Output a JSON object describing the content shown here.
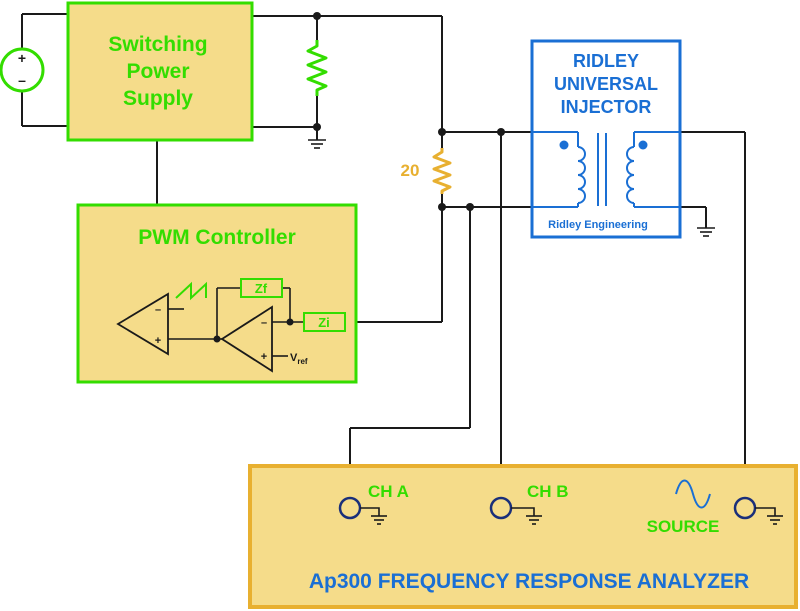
{
  "blocks": {
    "power_supply": {
      "line1": "Switching",
      "line2": "Power",
      "line3": "Supply"
    },
    "pwm_controller": {
      "title": "PWM Controller"
    },
    "injector": {
      "line1": "RIDLEY",
      "line2": "UNIVERSAL",
      "line3": "INJECTOR",
      "footer": "Ridley Engineering"
    },
    "analyzer": {
      "title": "Ap300 FREQUENCY RESPONSE ANALYZER"
    }
  },
  "components": {
    "source_plus": "+",
    "source_minus": "–",
    "resistor_value": "20",
    "zf_label": "Zf",
    "zi_label": "Zi",
    "opamp_minus": "–",
    "opamp_plus": "+",
    "vref_main": "V",
    "vref_sub": "ref"
  },
  "channels": {
    "ch_a": "CH A",
    "ch_b": "CH B",
    "source": "SOURCE"
  },
  "colors": {
    "green": "#33dd00",
    "fill_yellow": "#f5dc8a",
    "blue": "#1a6fd4",
    "orange": "#e8b030",
    "wire": "#1a1a1a",
    "navy": "#1a2f7a"
  }
}
